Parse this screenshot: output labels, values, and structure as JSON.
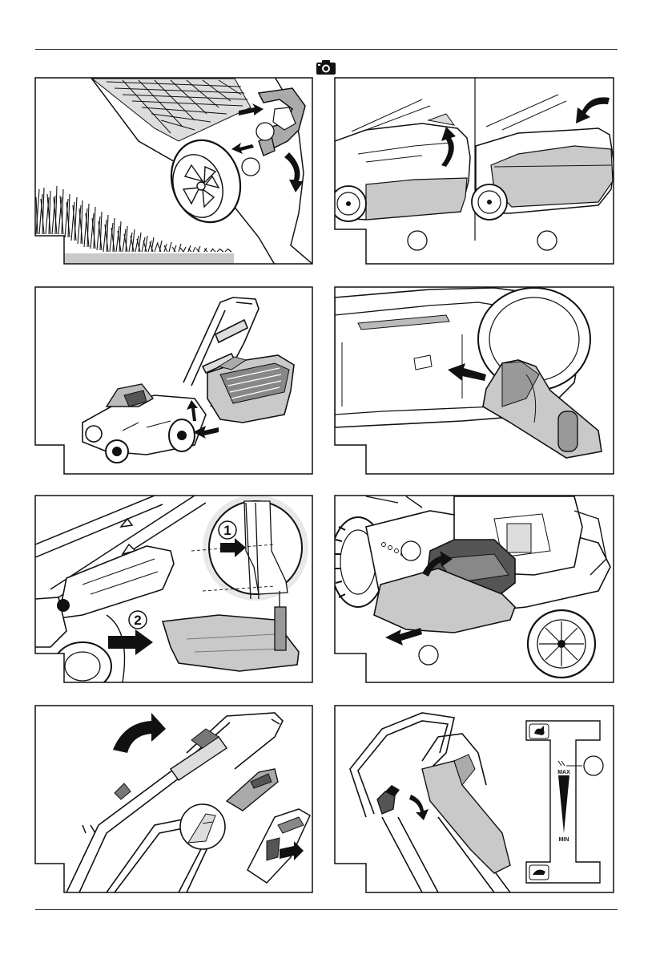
{
  "header": {
    "icon": "camera-icon"
  },
  "figures": [
    {
      "id": "fig-1",
      "topic": "grass-cutting-height-lever",
      "callouts": [
        ""
      ]
    },
    {
      "id": "fig-2",
      "topic": "grass-bag-fill-indicator",
      "callouts": [
        "",
        ""
      ]
    },
    {
      "id": "fig-3",
      "topic": "remove-grass-bag",
      "callouts": []
    },
    {
      "id": "fig-4",
      "topic": "insert-mulching-plug",
      "callouts": []
    },
    {
      "id": "fig-5",
      "topic": "mulching-plug-steps",
      "steps": [
        "1",
        "2"
      ]
    },
    {
      "id": "fig-6",
      "topic": "side-discharge-chute",
      "callouts": [
        "",
        ""
      ]
    },
    {
      "id": "fig-7",
      "topic": "fold-handle",
      "callouts": []
    },
    {
      "id": "fig-8",
      "topic": "speed-control",
      "callouts": [
        ""
      ],
      "scale": {
        "max_label": "MAX",
        "min_label": "MIN",
        "top_icon": "rabbit-icon",
        "bottom_icon": "turtle-icon"
      }
    }
  ]
}
